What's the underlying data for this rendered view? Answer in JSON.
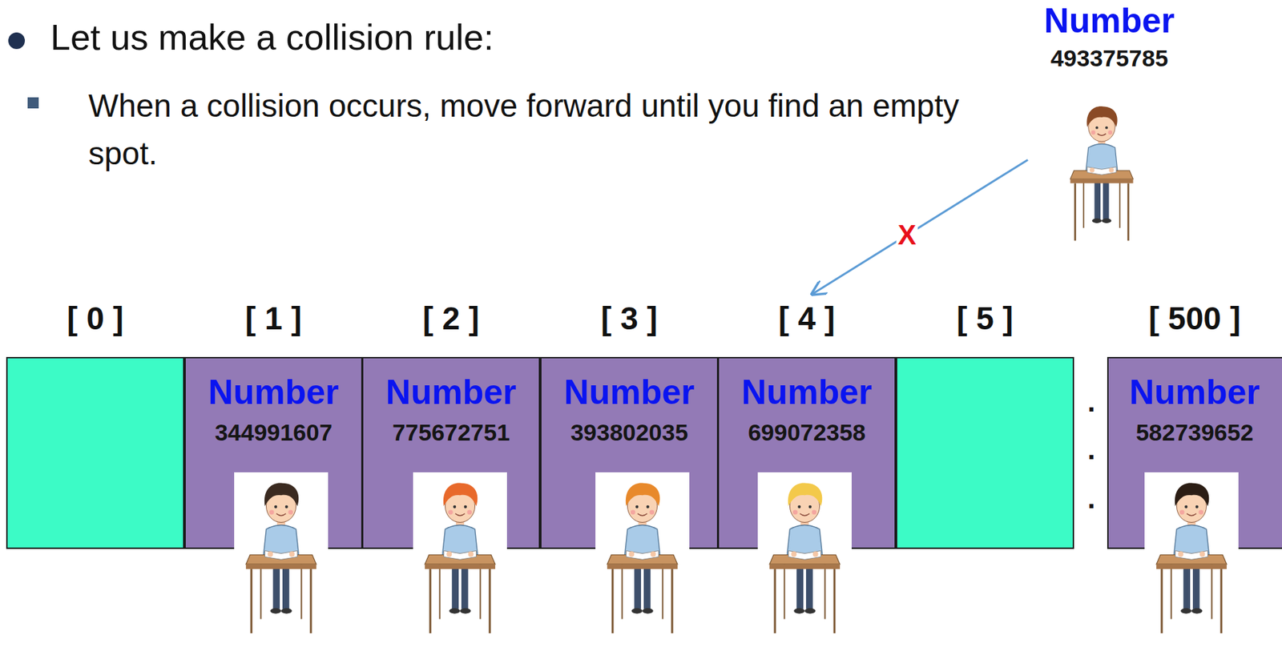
{
  "diagram": {
    "title": "Let us make a collision rule:",
    "nodes": [
      {
        "text": [
          "[ 0 ]"
        ]
      },
      {
        "text": [
          "[ 1 ]",
          "Number",
          "344991607"
        ]
      },
      {
        "text": [
          "[ 2 ]",
          "Number",
          "775672751"
        ]
      },
      {
        "text": [
          "[ 3 ]",
          "Number",
          "393802035"
        ]
      },
      {
        "text": [
          "[ 4 ]",
          "Number",
          "699072358"
        ]
      },
      {
        "text": [
          "[ 5 ]"
        ]
      },
      {
        "text": [
          "[ 500 ]",
          "Number",
          "582739652"
        ]
      },
      {
        "text": [
          "Number",
          "493375785"
        ]
      }
    ],
    "edges": [
      {
        "from": 7,
        "to": 4,
        "arrow": "to",
        "label": "X"
      }
    ],
    "labels": [
      "When a collision occurs, move forward until you find an empty spot.",
      ".",
      ".",
      "."
    ]
  }
}
